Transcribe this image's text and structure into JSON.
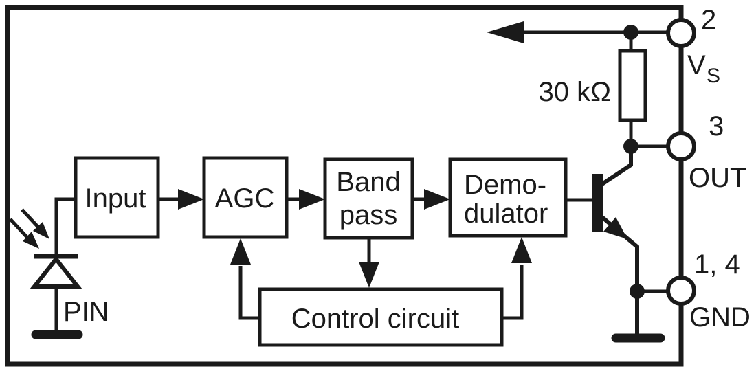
{
  "diagram": {
    "type": "ic-block-diagram",
    "blocks": {
      "input": {
        "label": "Input"
      },
      "agc": {
        "label": "AGC"
      },
      "bandpass": {
        "line1": "Band",
        "line2": "pass"
      },
      "demodulator": {
        "line1": "Demo-",
        "line2": "dulator"
      },
      "control": {
        "label": "Control circuit"
      }
    },
    "components": {
      "photodiode_label": "PIN",
      "resistor_value": "30 kΩ"
    },
    "pins": {
      "vs": {
        "number": "2",
        "name_main": "V",
        "name_sub": "S"
      },
      "out": {
        "number": "3",
        "name": "OUT"
      },
      "gnd": {
        "number": "1, 4",
        "name": "GND"
      }
    },
    "colors": {
      "line": "#1a1a1a",
      "background": "#ffffff"
    }
  }
}
